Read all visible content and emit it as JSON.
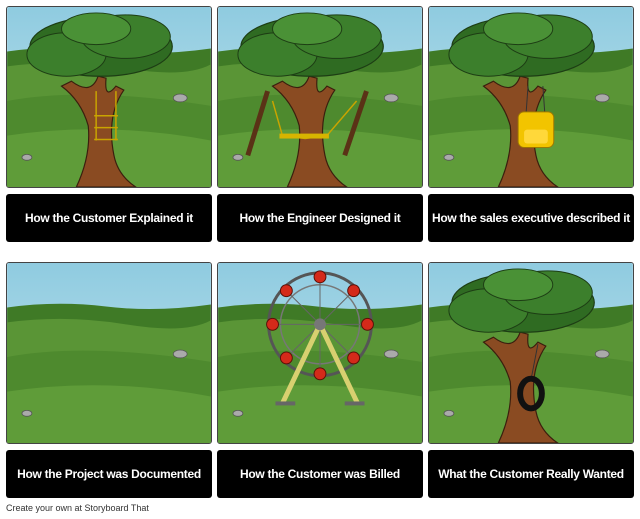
{
  "panels": [
    {
      "caption": "How the Customer Explained it",
      "scene": "tree-with-three-tier-swing"
    },
    {
      "caption": "How the Engineer Designed it",
      "scene": "tree-with-a-frame-swing"
    },
    {
      "caption": "How the sales executive described it",
      "scene": "tree-with-armchair-swing"
    },
    {
      "caption": "How the Project was Documented",
      "scene": "empty-field"
    },
    {
      "caption": "How the Customer was Billed",
      "scene": "ferris-wheel"
    },
    {
      "caption": "What the Customer Really Wanted",
      "scene": "tree-with-tire-swing"
    }
  ],
  "footer": "Create your own at Storyboard That",
  "colors": {
    "sky": "#a9d8e8",
    "grass": "#4f8a2c",
    "caption_bg": "#000000"
  }
}
